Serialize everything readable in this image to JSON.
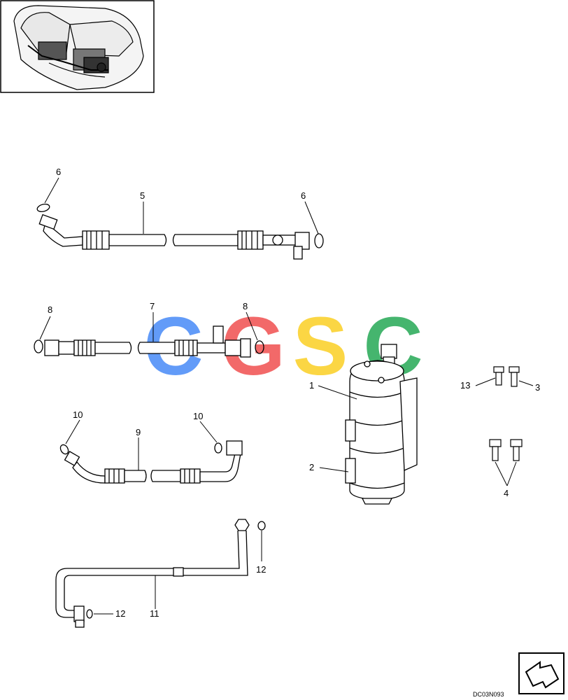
{
  "diagram": {
    "drawing_code": "DC03N093",
    "callouts": {
      "c1": "1",
      "c2": "2",
      "c3": "3",
      "c4": "4",
      "c5": "5",
      "c6a": "6",
      "c6b": "6",
      "c7": "7",
      "c8a": "8",
      "c8b": "8",
      "c9": "9",
      "c10a": "10",
      "c10b": "10",
      "c11": "11",
      "c12a": "12",
      "c12b": "12",
      "c13": "13"
    },
    "watermark": {
      "letters": [
        "C",
        "G",
        "S",
        "C"
      ],
      "colors": [
        "#3b82f6",
        "#ef4444",
        "#facc15",
        "#16a34a"
      ]
    }
  }
}
